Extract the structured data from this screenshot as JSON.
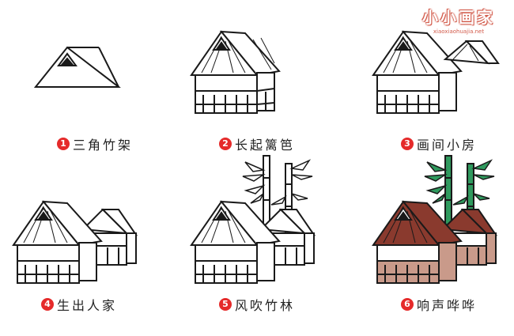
{
  "watermark": {
    "title": "小小画家",
    "url": "xiaoxiaohuajia.net"
  },
  "steps": [
    {
      "number": "1",
      "caption": "三角竹架"
    },
    {
      "number": "2",
      "caption": "长起篱笆"
    },
    {
      "number": "3",
      "caption": "画间小房"
    },
    {
      "number": "4",
      "caption": "生出人家"
    },
    {
      "number": "5",
      "caption": "风吹竹林"
    },
    {
      "number": "6",
      "caption": "响声哗哗"
    }
  ],
  "colors": {
    "line": "#1a1a1a",
    "roof_fill": "#8a3a2e",
    "wall_fill": "#c99a8a",
    "bamboo": "#2f9a5e",
    "number_badge": "#e52a2a"
  }
}
